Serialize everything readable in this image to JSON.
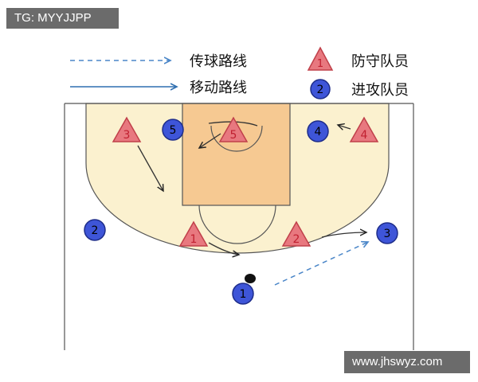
{
  "watermarks": {
    "top_left": "TG: MYYJJPP",
    "bottom_right": "www.jhswyz.com"
  },
  "legend": {
    "pass_route_label": "传球路线",
    "move_route_label": "移动路线",
    "defender_label": "防守队员",
    "attacker_label": "进攻队员",
    "defender_sample_number": "1",
    "attacker_sample_number": "2"
  },
  "players": {
    "defenders": [
      {
        "number": "3"
      },
      {
        "number": "5"
      },
      {
        "number": "4"
      },
      {
        "number": "1"
      },
      {
        "number": "2"
      }
    ],
    "attackers": [
      {
        "number": "5"
      },
      {
        "number": "4"
      },
      {
        "number": "2"
      },
      {
        "number": "3"
      },
      {
        "number": "1"
      }
    ]
  },
  "colors": {
    "court_fill": "#fbf1cf",
    "paint_fill": "#f6c992",
    "defender_fill": "#e8787f",
    "defender_stroke": "#c0404a",
    "attacker_fill": "#3e55d8",
    "attacker_stroke": "#1e2d8a",
    "pass_arrow": "#4a86c8",
    "move_arrow": "#2f6fb0",
    "badge_bg": "#6b6b6b"
  }
}
